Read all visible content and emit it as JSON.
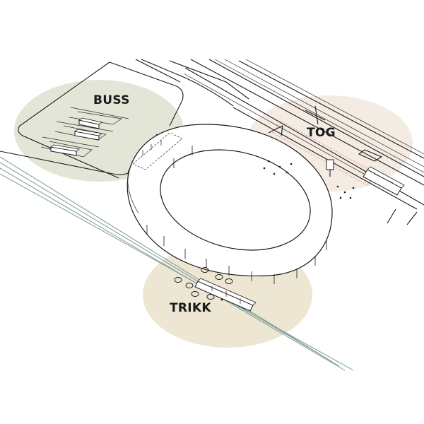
{
  "zones": [
    {
      "id": "bus",
      "label": "BUSS",
      "color": "#e3e6d7"
    },
    {
      "id": "train",
      "label": "TOG",
      "color": "#f4ebe2"
    },
    {
      "id": "tram",
      "label": "TRIKK",
      "color": "#ece6d2"
    }
  ],
  "colors": {
    "line": "#1a1a1a",
    "tram_track": "#7a9a95",
    "platform_highlight": "#e08a9a"
  }
}
